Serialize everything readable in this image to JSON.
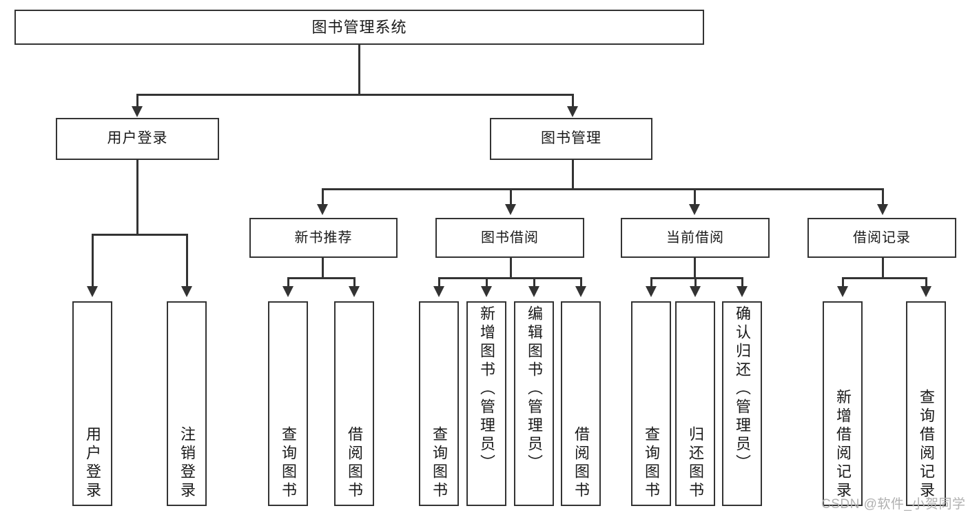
{
  "diagram": {
    "type": "tree-hierarchy-flowchart",
    "root": {
      "id": "root",
      "label": "图书管理系统"
    },
    "level1": [
      {
        "id": "user-login",
        "label": "用户登录"
      },
      {
        "id": "book-manage",
        "label": "图书管理"
      }
    ],
    "level2": [
      {
        "id": "new-book-rec",
        "label": "新书推荐"
      },
      {
        "id": "book-borrow",
        "label": "图书借阅"
      },
      {
        "id": "current-borrow",
        "label": "当前借阅"
      },
      {
        "id": "borrow-record",
        "label": "借阅记录"
      }
    ],
    "leaves": {
      "user_login": [
        {
          "id": "leaf-user-login",
          "label": "用户登录"
        },
        {
          "id": "leaf-logout",
          "label": "注销登录"
        }
      ],
      "new_book_rec": [
        {
          "id": "leaf-query-book-1",
          "label": "查询图书"
        },
        {
          "id": "leaf-borrow-book-1",
          "label": "借阅图书"
        }
      ],
      "book_borrow": [
        {
          "id": "leaf-query-book-2",
          "label": "查询图书"
        },
        {
          "id": "leaf-add-book",
          "label": "新增图书（管理员）"
        },
        {
          "id": "leaf-edit-book",
          "label": "编辑图书（管理员）"
        },
        {
          "id": "leaf-borrow-book-2",
          "label": "借阅图书"
        }
      ],
      "current_borrow": [
        {
          "id": "leaf-query-book-3",
          "label": "查询图书"
        },
        {
          "id": "leaf-return-book",
          "label": "归还图书"
        },
        {
          "id": "leaf-confirm-return",
          "label": "确认归还（管理员）"
        }
      ],
      "borrow_record": [
        {
          "id": "leaf-add-record",
          "label": "新增借阅记录"
        },
        {
          "id": "leaf-query-record",
          "label": "查询借阅记录"
        }
      ]
    }
  },
  "watermark": {
    "text": "CSDN @软件_小贺同学"
  },
  "colors": {
    "stroke": "#333333",
    "background": "#ffffff",
    "text": "#1a1a1a",
    "watermark": "#b0b0b0"
  }
}
